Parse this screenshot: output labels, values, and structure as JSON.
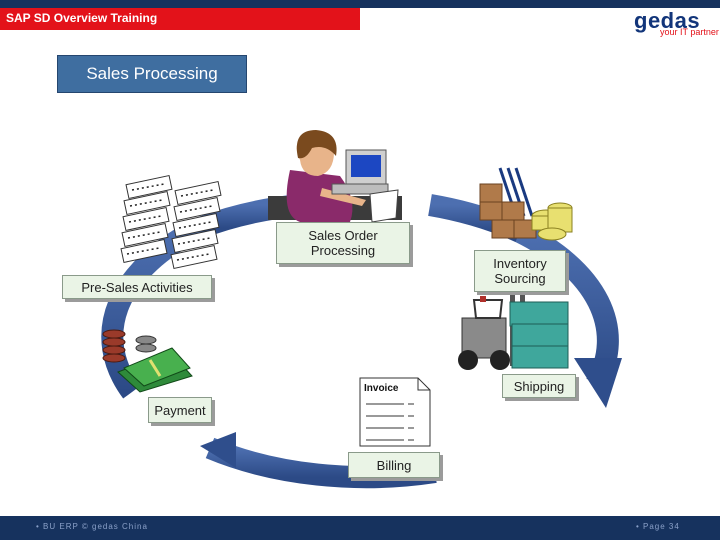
{
  "header": {
    "title": "SAP SD Overview Training",
    "logo_word": "gedas",
    "logo_tagline": "your IT partner"
  },
  "heading": "Sales Processing",
  "steps": {
    "sales_order": [
      "Sales Order",
      "Processing"
    ],
    "inventory": [
      "Inventory",
      "Sourcing"
    ],
    "pre_sales": "Pre-Sales Activities",
    "shipping": "Shipping",
    "payment": "Payment",
    "billing": "Billing",
    "invoice": "Invoice"
  },
  "footer": {
    "left": "• BU ERP © gedas China",
    "right": "• Page 34"
  },
  "colors": {
    "title_red": "#e3121a",
    "navy": "#16325e",
    "heading_blue": "#3f6ea0",
    "cycle_arrow": "#3a5c9c",
    "label_fill": "#eaf4e6"
  },
  "icons": [
    "customer-service-agent-icon",
    "documents-icon",
    "warehouse-goods-icon",
    "forklift-icon",
    "money-icon",
    "invoice-document-icon"
  ]
}
